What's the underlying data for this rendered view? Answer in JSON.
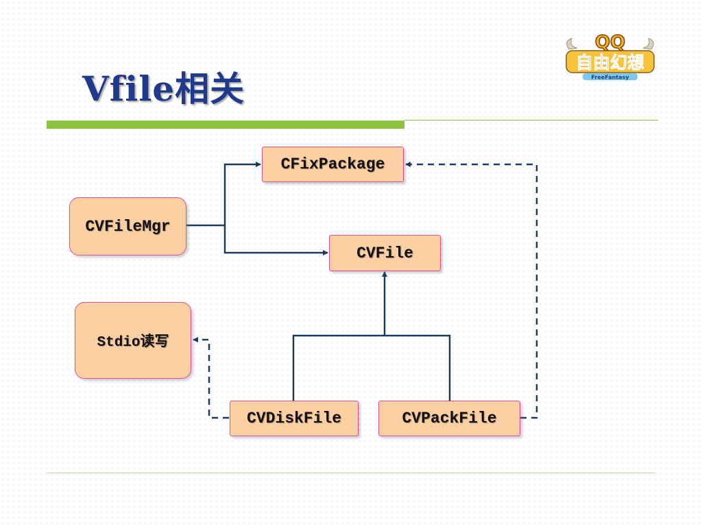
{
  "slide": {
    "title": "Vfile相关"
  },
  "logo": {
    "top_text": "QQ",
    "main_text": "自由幻想",
    "sub_text": "FreeFantasy"
  },
  "diagram": {
    "nodes": {
      "cfixpackage": "CFixPackage",
      "cvfilemgr": "CVFileMgr",
      "cvfile": "CVFile",
      "stdio": "Stdio读写",
      "cvdiskfile": "CVDiskFile",
      "cvpackfile": "CVPackFile"
    },
    "edges": [
      {
        "from": "CVFileMgr",
        "to": "CFixPackage",
        "style": "solid"
      },
      {
        "from": "CVFileMgr",
        "to": "CVFile",
        "style": "solid"
      },
      {
        "from": "CVDiskFile",
        "to": "CVFile",
        "style": "solid"
      },
      {
        "from": "CVPackFile",
        "to": "CVFile",
        "style": "solid"
      },
      {
        "from": "CVDiskFile",
        "to": "Stdio读写",
        "style": "dashed"
      },
      {
        "from": "CVPackFile",
        "to": "CFixPackage",
        "style": "dashed"
      }
    ],
    "colors": {
      "node_fill": "#fdd0a4",
      "node_border": "#e0508e",
      "connector": "#1a3a5c",
      "title": "#1f3a8a",
      "accent_bar": "#8ec33f"
    }
  }
}
